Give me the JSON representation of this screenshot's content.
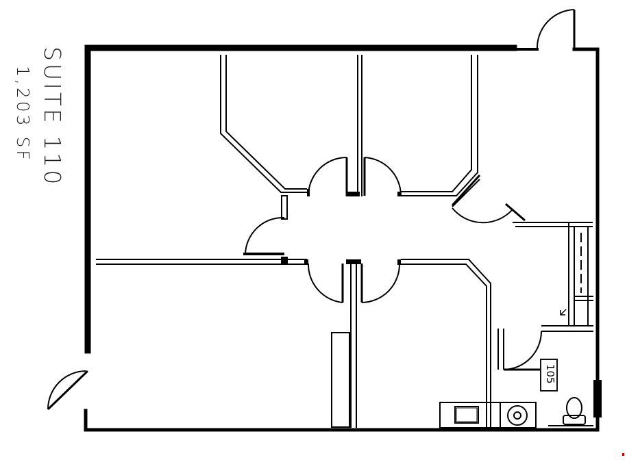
{
  "suite": {
    "name": "SUITE 110",
    "area": "1,203 SF"
  },
  "room_number": "105",
  "colors": {
    "lines": "#000000",
    "background": "#ffffff",
    "marker": "#cc0000"
  }
}
